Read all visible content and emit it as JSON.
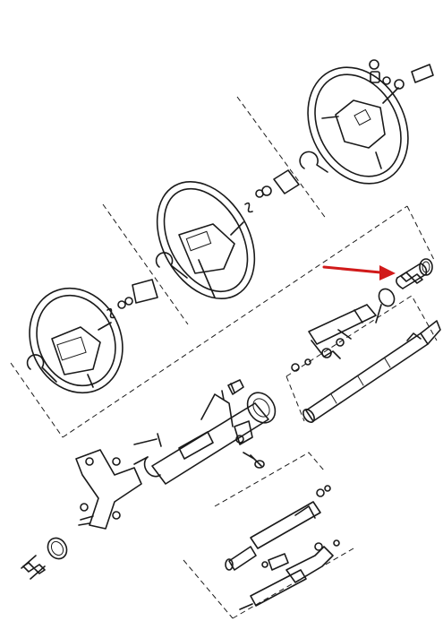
{
  "diagram": {
    "parts": [
      {
        "name": "steering-wheel-variant-a"
      },
      {
        "name": "steering-wheel-variant-b"
      },
      {
        "name": "steering-wheel-variant-c"
      },
      {
        "name": "steering-column-housing"
      },
      {
        "name": "steering-shaft"
      },
      {
        "name": "lower-intermediate-shaft"
      },
      {
        "name": "bearing-spring-assembly"
      },
      {
        "name": "mounting-bracket"
      }
    ],
    "highlight": {
      "color": "#d11a1a",
      "target": "bearing-spring-assembly",
      "direction": "right"
    },
    "colors": {
      "linework": "#1a1a1a",
      "background": "#ffffff",
      "arrow": "#d11a1a"
    }
  }
}
